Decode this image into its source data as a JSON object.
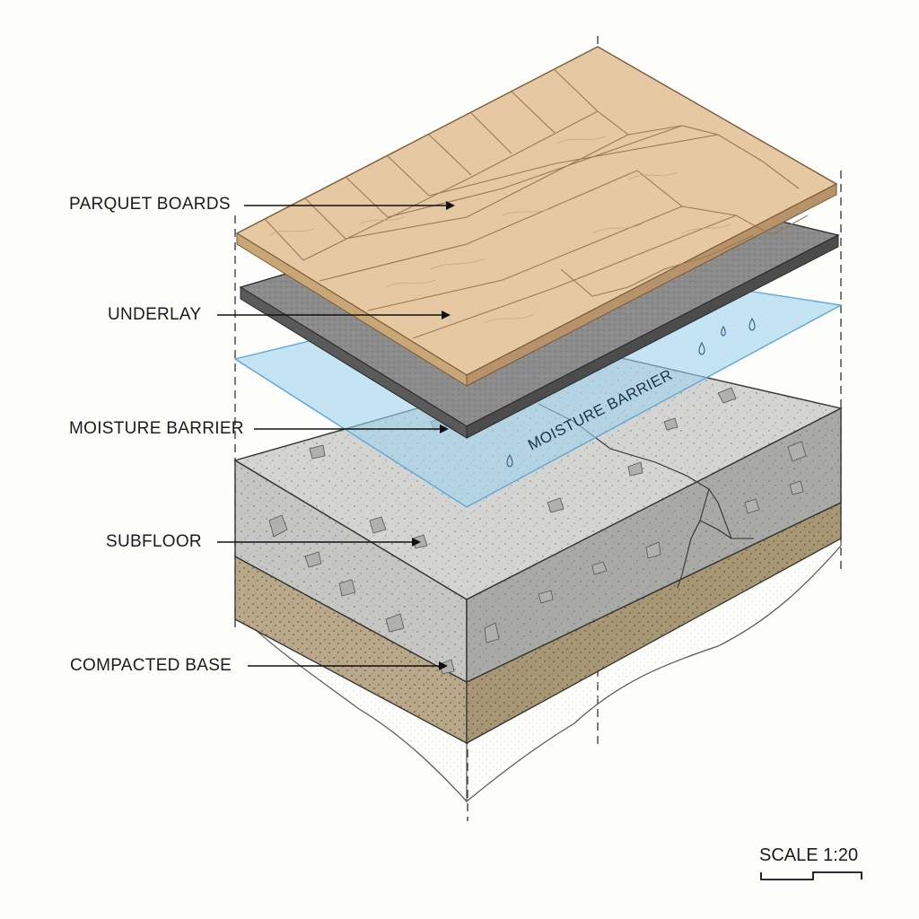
{
  "labels": {
    "parquet": "PARQUET BOARDS",
    "underlay": "UNDERLAY",
    "moisture": "MOISTURE BARRIER",
    "subfloor": "SUBFLOOR",
    "base": "COMPACTED BASE"
  },
  "barrier_print": "MOISTURE BARRIER",
  "scale": "SCALE 1:20",
  "colors": {
    "wood": "#e6c9a3",
    "wood_edge": "#b7926a",
    "underlay": "#8f8f8f",
    "barrier": "#9fd2ef",
    "concrete_top": "#d4d4d2",
    "concrete_left": "#c6c6c4",
    "concrete_right": "#a9a9a7",
    "base": "#b9a98a",
    "soil": "#f3f2ee"
  }
}
